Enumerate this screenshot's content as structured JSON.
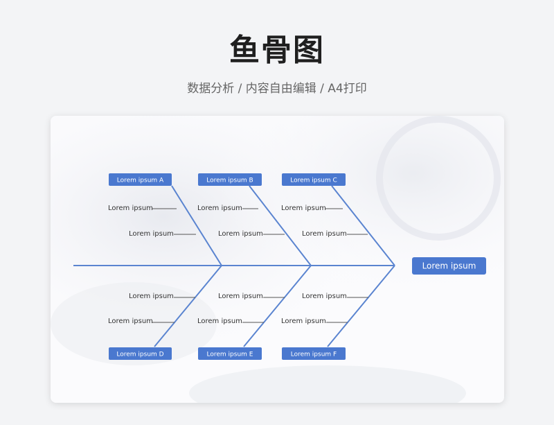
{
  "header": {
    "title": "鱼骨图",
    "subtitle": "数据分析 / 内容自由编辑 / A4打印"
  },
  "colors": {
    "accent": "#4a78cf",
    "line": "#5a84d0",
    "leader": "#555555"
  },
  "diagram": {
    "head": "Lorem ipsum",
    "categories": {
      "a": "Lorem ipsum A",
      "b": "Lorem ipsum B",
      "c": "Lorem ipsum C",
      "d": "Lorem ipsum D",
      "e": "Lorem ipsum E",
      "f": "Lorem ipsum F"
    },
    "causes": {
      "a1": "Lorem ipsum",
      "a2": "Lorem ipsum",
      "b1": "Lorem ipsum",
      "b2": "Lorem ipsum",
      "c1": "Lorem ipsum",
      "c2": "Lorem ipsum",
      "d1": "Lorem ipsum",
      "d2": "Lorem ipsum",
      "e1": "Lorem ipsum",
      "e2": "Lorem ipsum",
      "f1": "Lorem ipsum",
      "f2": "Lorem ipsum"
    }
  }
}
